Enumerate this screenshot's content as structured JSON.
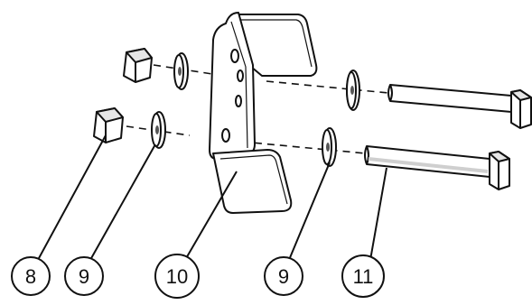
{
  "diagram": {
    "colors": {
      "stroke": "#111111",
      "fill": "#ffffff",
      "shade": "#cfcfcf",
      "dark": "#555555"
    },
    "callouts": [
      {
        "id": "callout-8",
        "label": "8",
        "part": "nut"
      },
      {
        "id": "callout-9-left",
        "label": "9",
        "part": "washer"
      },
      {
        "id": "callout-10",
        "label": "10",
        "part": "u-bracket"
      },
      {
        "id": "callout-9-right",
        "label": "9",
        "part": "washer"
      },
      {
        "id": "callout-11",
        "label": "11",
        "part": "bolt"
      }
    ]
  }
}
